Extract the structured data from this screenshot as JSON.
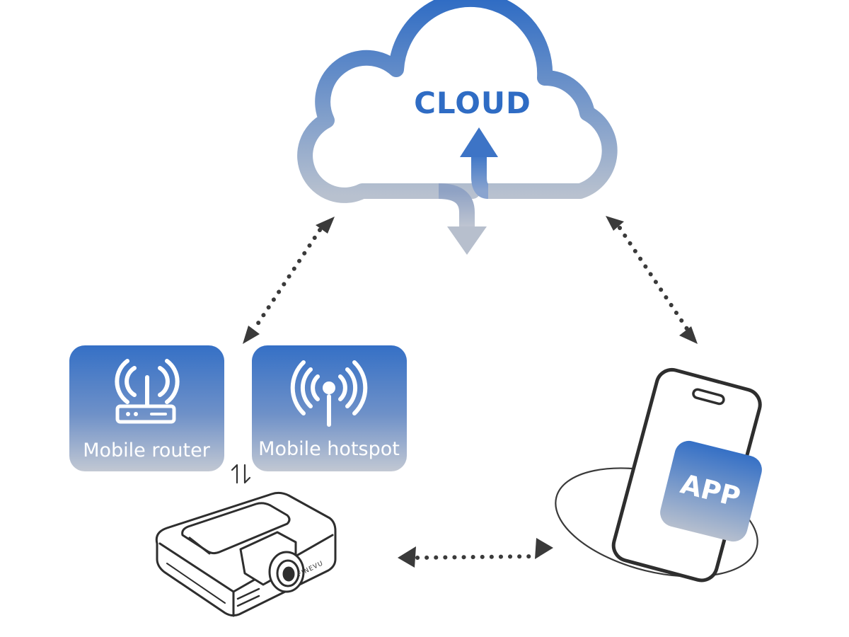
{
  "nodes": {
    "cloud": {
      "label": "CLOUD"
    },
    "mobile_router": {
      "label": "Mobile router",
      "icon": "router-icon"
    },
    "mobile_hotspot": {
      "label": "Mobile hotspot",
      "icon": "antenna-icon"
    },
    "app": {
      "label": "APP",
      "icon": "smartphone-icon"
    },
    "dashcam": {
      "icon": "dashcam-icon",
      "brand": "FINEVU"
    }
  },
  "links": [
    {
      "from": "cloud",
      "to": "mobile_router",
      "style": "dotted",
      "direction": "bidirectional"
    },
    {
      "from": "cloud",
      "to": "app",
      "style": "dotted",
      "direction": "bidirectional"
    },
    {
      "from": "dashcam",
      "to": "app",
      "style": "dotted",
      "direction": "bidirectional"
    },
    {
      "from": "dashcam",
      "to": "mobile_router",
      "style": "solid",
      "direction": "bidirectional"
    }
  ],
  "colors": {
    "accent_blue": "#2f6cc4",
    "gradient_top": "#3570c6",
    "gradient_bottom": "#b3bccb",
    "arrow_dark": "#3a3a3a",
    "outline": "#2e2e2e"
  }
}
